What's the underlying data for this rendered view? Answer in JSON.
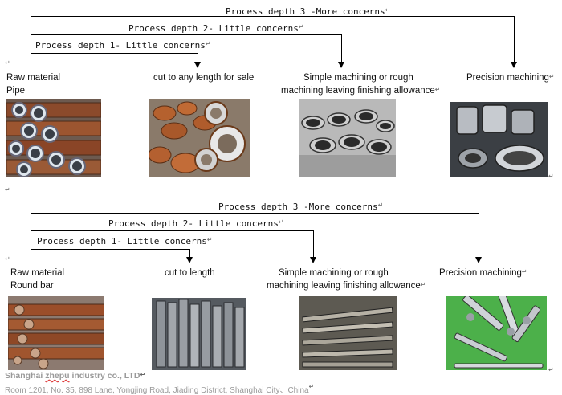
{
  "section1": {
    "depth3": "Process depth 3 -More concerns",
    "depth2": "Process depth 2- Little concerns",
    "depth1": "Process depth 1- Little concerns",
    "raw_line1": "Raw material",
    "raw_line2": "Pipe",
    "cut": "cut to any length for sale",
    "simple_line1": "Simple machining or rough",
    "simple_line2": "machining leaving finishing allowance",
    "precision": "Precision machining"
  },
  "section2": {
    "depth3": "Process depth 3 -More concerns",
    "depth2": "Process depth 2- Little concerns",
    "depth1": "Process depth 1- Little concerns",
    "raw_line1": "Raw material",
    "raw_line2": "Round bar",
    "cut": "cut to length",
    "simple_line1": "Simple machining or rough",
    "simple_line2": "machining leaving finishing allowance",
    "precision": "Precision machining"
  },
  "footer": {
    "company_a": "Shanghai ",
    "company_b": "zhepu",
    "company_c": " industry co., LTD",
    "address": "Room 1201, No. 35, 898 Lane, Yongjing Road, Jiading District, Shanghai City、China"
  }
}
